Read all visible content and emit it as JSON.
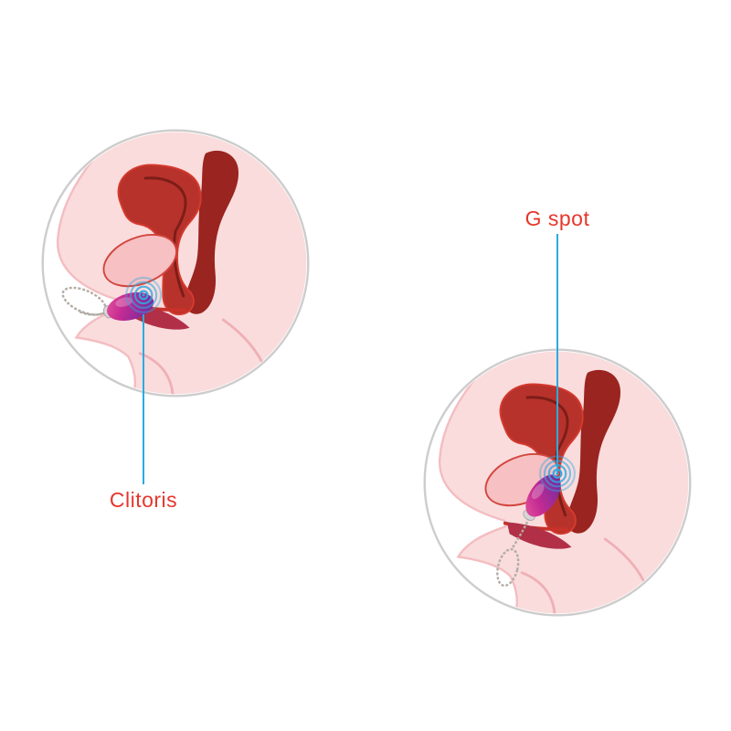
{
  "figure": {
    "type": "anatomy-usage-diagram",
    "panel_count": 2,
    "panels": [
      {
        "id": "external-use",
        "label": "Clitoris",
        "placement": "top-left"
      },
      {
        "id": "internal-use",
        "label": "G spot",
        "placement": "bottom-right"
      }
    ]
  },
  "labels": {
    "clitoris": "Clitoris",
    "gspot": "G spot"
  },
  "icons": {
    "vibration": "vibration-waves-icon",
    "device": "vibrator-egg",
    "cord": "retrieval-cord-loop"
  },
  "colors": {
    "label_red": "#e6362c",
    "pointer_blue": "#29abe2",
    "circle_border": "#cdcdcd",
    "body_pink": "#fadcdd",
    "body_outline_pink": "#f3bdc1",
    "crease_pink": "#efb0b5",
    "uterus_red": "#b7322b",
    "uterus_outline_red": "#d53a2e",
    "uterus_cavity": "#7c1d18",
    "rectum_dark_red": "#9a241f",
    "bladder_pink": "#f7c0c3",
    "bladder_outline": "#d2453d",
    "canal_red": "#c93129",
    "labia_crimson": "#b13048",
    "device_magenta": "#c32b92",
    "device_purple": "#7c2b9e",
    "vibration_blue": "#2fa9e1",
    "cord_gray": "#b3aca4"
  }
}
